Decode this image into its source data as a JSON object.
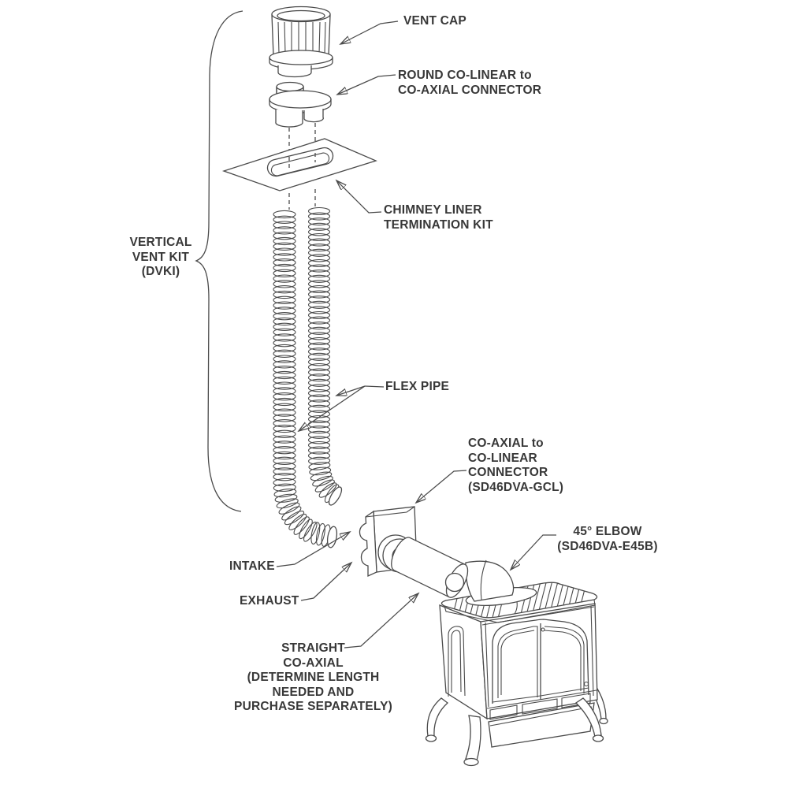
{
  "diagram": {
    "labels": {
      "vent_cap": "VENT CAP",
      "round_colinear_connector": "ROUND CO-LINEAR to\nCO-AXIAL CONNECTOR",
      "chimney_liner_kit": "CHIMNEY LINER\nTERMINATION KIT",
      "vertical_vent_kit": "VERTICAL\nVENT KIT\n(DVKI)",
      "flex_pipe": "FLEX PIPE",
      "coaxial_colinear_connector": "CO-AXIAL to\nCO-LINEAR\nCONNECTOR\n(SD46DVA-GCL)",
      "elbow_45": "45° ELBOW\n(SD46DVA-E45B)",
      "intake": "INTAKE",
      "exhaust": "EXHAUST",
      "straight_coaxial": "STRAIGHT\nCO-AXIAL\n(DETERMINE LENGTH\nNEEDED AND\nPURCHASE SEPARATELY)"
    },
    "colors": {
      "line": "#4a4a4a",
      "text": "#383838",
      "background": "#ffffff"
    }
  }
}
